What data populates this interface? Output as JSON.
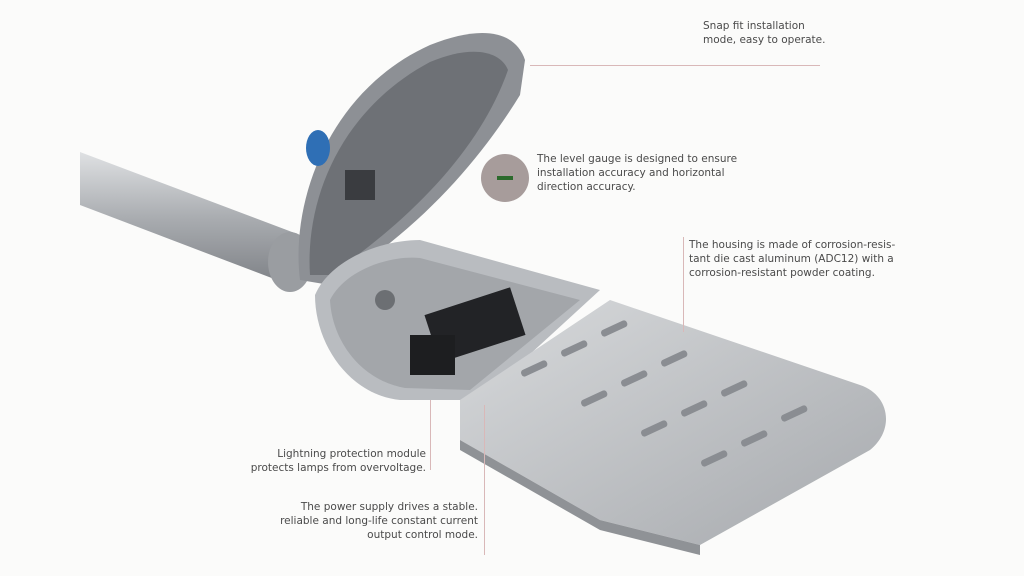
{
  "annotations": {
    "snap_fit": [
      "Snap fit installation",
      "mode, easy to operate."
    ],
    "level_gauge": [
      "The level gauge is designed to ensure",
      "installation accuracy and horizontal",
      "direction accuracy."
    ],
    "housing": [
      "The housing is made of corrosion-resis-",
      "tant die cast aluminum (ADC12) with a",
      "corrosion-resistant powder coating."
    ],
    "lightning": [
      "Lightning protection module",
      "protects lamps from overvoltage."
    ],
    "power_supply": [
      "The power supply drives a stable.",
      "reliable and long-life constant current",
      "output control mode."
    ]
  },
  "colors": {
    "leader_line": "#d9b8b8",
    "housing": "#b9bcc0",
    "accent_blue": "#2f6fb5"
  }
}
